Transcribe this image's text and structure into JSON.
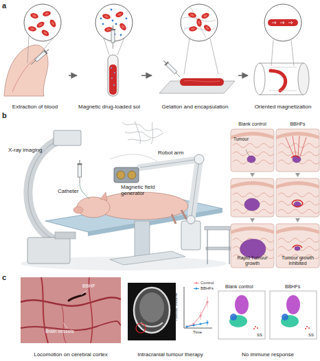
{
  "diagram": {
    "nodes": [
      {
        "text": [
          "Extraction of blood"
        ]
      },
      {
        "text": [
          "Magnetic drug-loaded sol"
        ]
      },
      {
        "text": [
          "Gelation and encapsulation"
        ]
      },
      {
        "text": [
          "Oriented magnetization"
        ]
      },
      {
        "text": [
          "Blank control",
          "Tumour",
          "Rapid Tumour growth"
        ]
      },
      {
        "text": [
          "BBHFs",
          "Tumour growth inhibited"
        ]
      },
      {
        "text": [
          "Locomotion on cerebral cortex"
        ]
      },
      {
        "text": [
          "Intracranial tumour therapy"
        ]
      },
      {
        "text": [
          "No immune response"
        ]
      }
    ],
    "edges": [
      {
        "from": 0,
        "to": 1,
        "arrow": "to"
      },
      {
        "from": 1,
        "to": 2,
        "arrow": "to"
      },
      {
        "from": 2,
        "to": 3,
        "arrow": "to"
      }
    ],
    "labels": [
      "a",
      "b",
      "X-ray imaging",
      "Robot arm",
      "Catheter",
      "Magnetic field generator",
      "c",
      "BBHF",
      "Brain vessels",
      "Tumour volume",
      "Time",
      "Blank control",
      "BBHFs",
      "SS",
      "SS"
    ],
    "legend": [
      {
        "text": "Control"
      },
      {
        "text": "BBHFs"
      }
    ]
  }
}
